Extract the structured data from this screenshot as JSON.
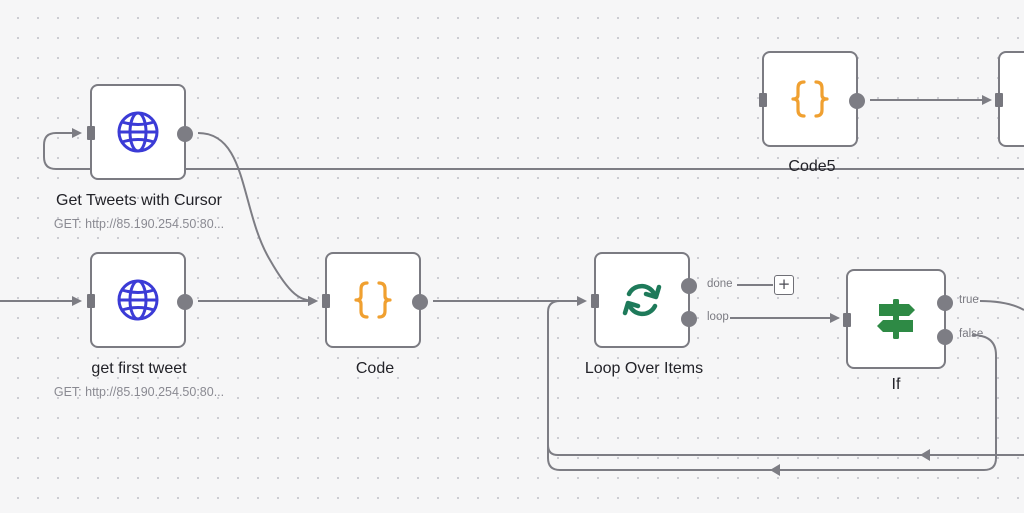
{
  "nodes": {
    "get_tweets_cursor": {
      "title": "Get Tweets with Cursor",
      "subtitle": "GET: http://85.190.254.50:80...",
      "icon": "globe-icon"
    },
    "get_first_tweet": {
      "title": "get first tweet",
      "subtitle": "GET: http://85.190.254.50:80...",
      "icon": "globe-icon"
    },
    "code": {
      "title": "Code",
      "icon": "code-braces-icon"
    },
    "code5": {
      "title": "Code5",
      "icon": "code-braces-icon"
    },
    "loop_over_items": {
      "title": "Loop Over Items",
      "icon": "loop-arrows-icon",
      "outputs": {
        "done": "done",
        "loop": "loop"
      }
    },
    "if": {
      "title": "If",
      "icon": "signpost-icon",
      "outputs": {
        "true": "true",
        "false": "false"
      }
    }
  },
  "add_button": {
    "label": "+"
  },
  "colors": {
    "globe": "#3b3bd6",
    "code": "#f0a030",
    "loop": "#1e7a5a",
    "if": "#2e8a45",
    "edge": "#7d7d84",
    "node_border": "#7b7b82"
  }
}
